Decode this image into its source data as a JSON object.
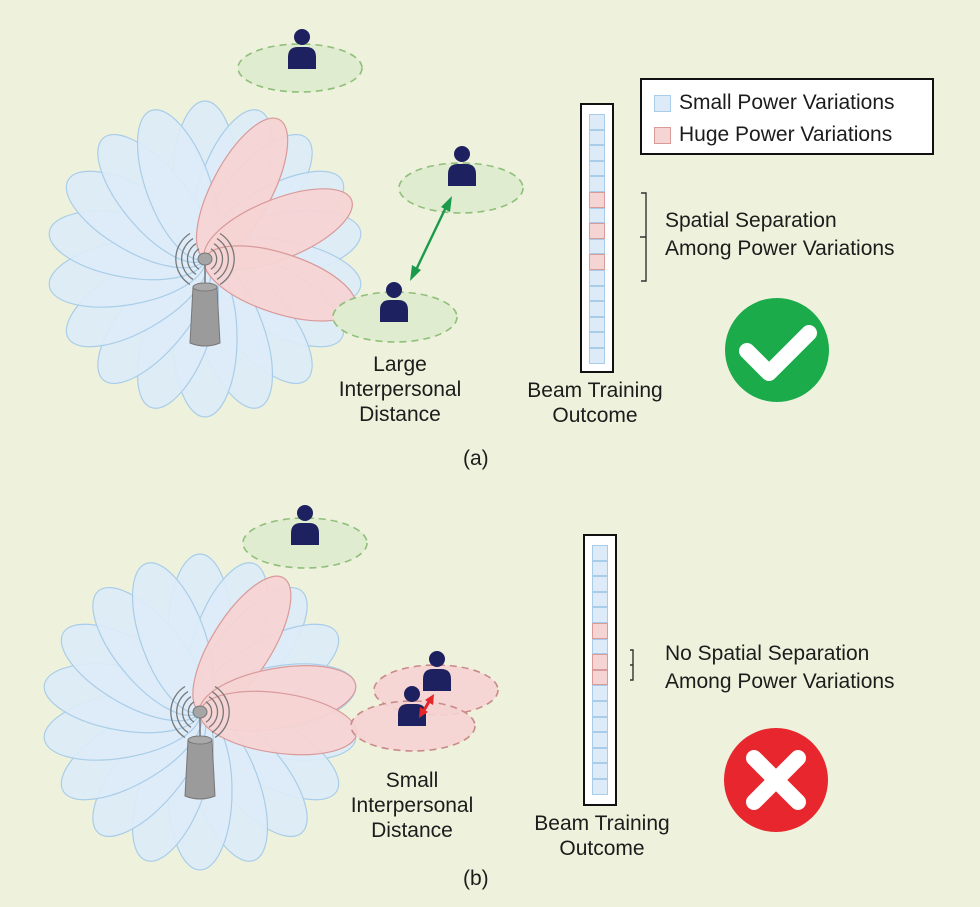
{
  "colors": {
    "background": "#eef2dc",
    "small_power": "#dcebf7",
    "small_power_border": "#a9cde9",
    "huge_power": "#f5d4d4",
    "huge_power_border": "#d99a9a",
    "person": "#1e2160",
    "zone_green": "#dfeccf",
    "zone_green_border": "#8fbf7a",
    "zone_red": "#f5d3d3",
    "zone_red_border": "#c98a8a",
    "arrow_green": "#1a9a4a",
    "arrow_red": "#e5262b",
    "check_circle": "#1bab4b",
    "cross_circle": "#e8262d",
    "tower": "#9b9b9b"
  },
  "legend": {
    "items": [
      {
        "label": "Small Power Variations",
        "type": "small"
      },
      {
        "label": "Huge Power Variations",
        "type": "huge"
      }
    ]
  },
  "panels": [
    {
      "id": "a",
      "caption": "(a)",
      "distance_label": [
        "Large",
        "Interpersonal",
        "Distance"
      ],
      "outcome_label": [
        "Beam Training",
        "Outcome"
      ],
      "annotation": [
        "Spatial Separation",
        "Among Power Variations"
      ],
      "beam_cells": [
        "s",
        "s",
        "s",
        "s",
        "s",
        "h",
        "s",
        "h",
        "s",
        "h",
        "s",
        "s",
        "s",
        "s",
        "s",
        "s"
      ],
      "result": "success",
      "result_icon": "check-icon"
    },
    {
      "id": "b",
      "caption": "(b)",
      "distance_label": [
        "Small",
        "Interpersonal",
        "Distance"
      ],
      "outcome_label": [
        "Beam Training",
        "Outcome"
      ],
      "annotation": [
        "No Spatial Separation",
        "Among Power Variations"
      ],
      "beam_cells": [
        "s",
        "s",
        "s",
        "s",
        "s",
        "h",
        "s",
        "h",
        "h",
        "s",
        "s",
        "s",
        "s",
        "s",
        "s",
        "s"
      ],
      "result": "failure",
      "result_icon": "cross-icon"
    }
  ]
}
